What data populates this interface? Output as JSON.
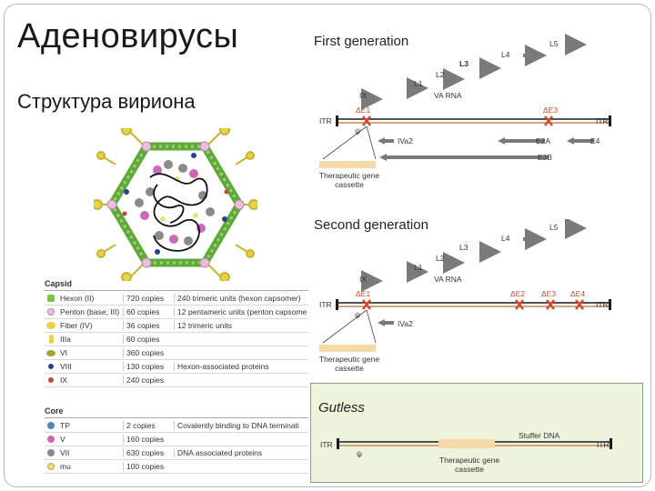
{
  "slide": {
    "title": "Аденовирусы",
    "subtitle": "Структура вириона"
  },
  "capsid_table": {
    "header": "Capsid",
    "rows": [
      {
        "name": "Hexon (II)",
        "copies": "720 copies",
        "desc": "240 trimeric units (hexon capsomer)",
        "color": "#7cbf4a",
        "shape": "square"
      },
      {
        "name": "Penton (base; III)",
        "copies": "60 copies",
        "desc": "12 pentameric units (penton capsome",
        "color": "#e8c0dc",
        "shape": "penton"
      },
      {
        "name": "Fiber (IV)",
        "copies": "36 copies",
        "desc": "12 trimeric units",
        "color": "#e6d24a",
        "shape": "fiber"
      },
      {
        "name": "IIIa",
        "copies": "60 copies",
        "desc": "",
        "color": "#e6d24a",
        "shape": "oval"
      },
      {
        "name": "VI",
        "copies": "360 copies",
        "desc": "",
        "color": "#a8a03a",
        "shape": "oval"
      },
      {
        "name": "VIII",
        "copies": "130 copies",
        "desc": "Hexon-associated proteins",
        "color": "#2c3f8c",
        "shape": "dot"
      },
      {
        "name": "IX",
        "copies": "240 copies",
        "desc": "",
        "color": "#c64a30",
        "shape": "dot"
      }
    ]
  },
  "core_table": {
    "header": "Core",
    "rows": [
      {
        "name": "TP",
        "copies": "2 copies",
        "desc": "Covalently binding to DNA terminati",
        "color": "#4a8ab8",
        "shape": "dot"
      },
      {
        "name": "V",
        "copies": "160 copies",
        "desc": "",
        "color": "#c86ab8",
        "shape": "dot"
      },
      {
        "name": "VII",
        "copies": "630 copies",
        "desc": "DNA associated proteins",
        "color": "#8a8a8a",
        "shape": "dot"
      },
      {
        "name": "mu",
        "copies": "100 copies",
        "desc": "",
        "color": "#e6e080",
        "shape": "dot"
      }
    ]
  },
  "first_gen": {
    "title": "First generation",
    "genes": {
      "l1": "L1",
      "l2": "L2",
      "l3": "L3",
      "l4": "L4",
      "l5": "L5",
      "ix": "IX",
      "va": "VA RNA",
      "iva2": "IVa2",
      "e2a": "E2A",
      "e2b": "E2B",
      "e4": "E4"
    },
    "deletions": {
      "e1": "ΔE1",
      "e3": "ΔE3"
    },
    "itr_left": "ITR",
    "itr_right": "ITR",
    "psi": "ψ",
    "cassette": "Therapeutic gene cassette"
  },
  "second_gen": {
    "title": "Second generation",
    "genes": {
      "l1": "L1",
      "l2": "L2",
      "l3": "L3",
      "l4": "L4",
      "l5": "L5",
      "ix": "IX",
      "va": "VA RNA",
      "iva2": "IVa2"
    },
    "deletions": {
      "e1": "ΔE1",
      "e2": "ΔE2",
      "e3": "ΔE3",
      "e4": "ΔE4"
    },
    "itr_left": "ITR",
    "itr_right": "ITR",
    "psi": "ψ",
    "cassette": "Therapeutic gene cassette"
  },
  "gutless": {
    "title": "Gutless",
    "itr_left": "ITR",
    "itr_right": "ITR",
    "psi": "ψ",
    "stuffer": "Stuffer DNA",
    "cassette": "Therapeutic gene cassette"
  },
  "colors": {
    "gene_arrow": "#7a7a7a",
    "deletion": "#d8482a",
    "cassette": "#f5d9a8",
    "gutless_bg": "#eef3dc",
    "hexon": "#7cbf4a",
    "fiber": "#e6d24a"
  }
}
